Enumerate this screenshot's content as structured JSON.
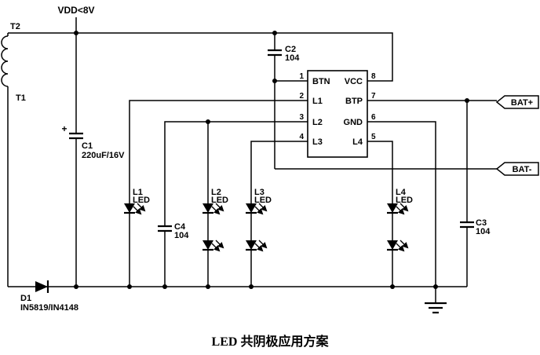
{
  "diagram": {
    "title": "LED 共阴极应用方案",
    "power_rail_label": "VDD<8V",
    "transformer": {
      "top_label": "T2",
      "bottom_label": "T1"
    },
    "ic": {
      "left_pins": [
        {
          "num": "1",
          "name": "BTN"
        },
        {
          "num": "2",
          "name": "L1"
        },
        {
          "num": "3",
          "name": "L2"
        },
        {
          "num": "4",
          "name": "L3"
        }
      ],
      "right_pins": [
        {
          "num": "8",
          "name": "VCC"
        },
        {
          "num": "7",
          "name": "BTP"
        },
        {
          "num": "6",
          "name": "GND"
        },
        {
          "num": "5",
          "name": "L4"
        }
      ]
    },
    "capacitors": {
      "c1": {
        "ref": "C1",
        "value": "220uF/16V",
        "polarity": "+"
      },
      "c2": {
        "ref": "C2",
        "value": "104"
      },
      "c3": {
        "ref": "C3",
        "value": "104"
      },
      "c4": {
        "ref": "C4",
        "value": "104"
      }
    },
    "leds": {
      "l1": {
        "ref": "L1",
        "label": "LED"
      },
      "l2": {
        "ref": "L2",
        "label": "LED"
      },
      "l3": {
        "ref": "L3",
        "label": "LED"
      },
      "l4": {
        "ref": "L4",
        "label": "LED"
      }
    },
    "diode": {
      "ref": "D1",
      "value": "IN5819/IN4148"
    },
    "connectors": {
      "bat_plus": "BAT+",
      "bat_minus": "BAT-"
    }
  }
}
